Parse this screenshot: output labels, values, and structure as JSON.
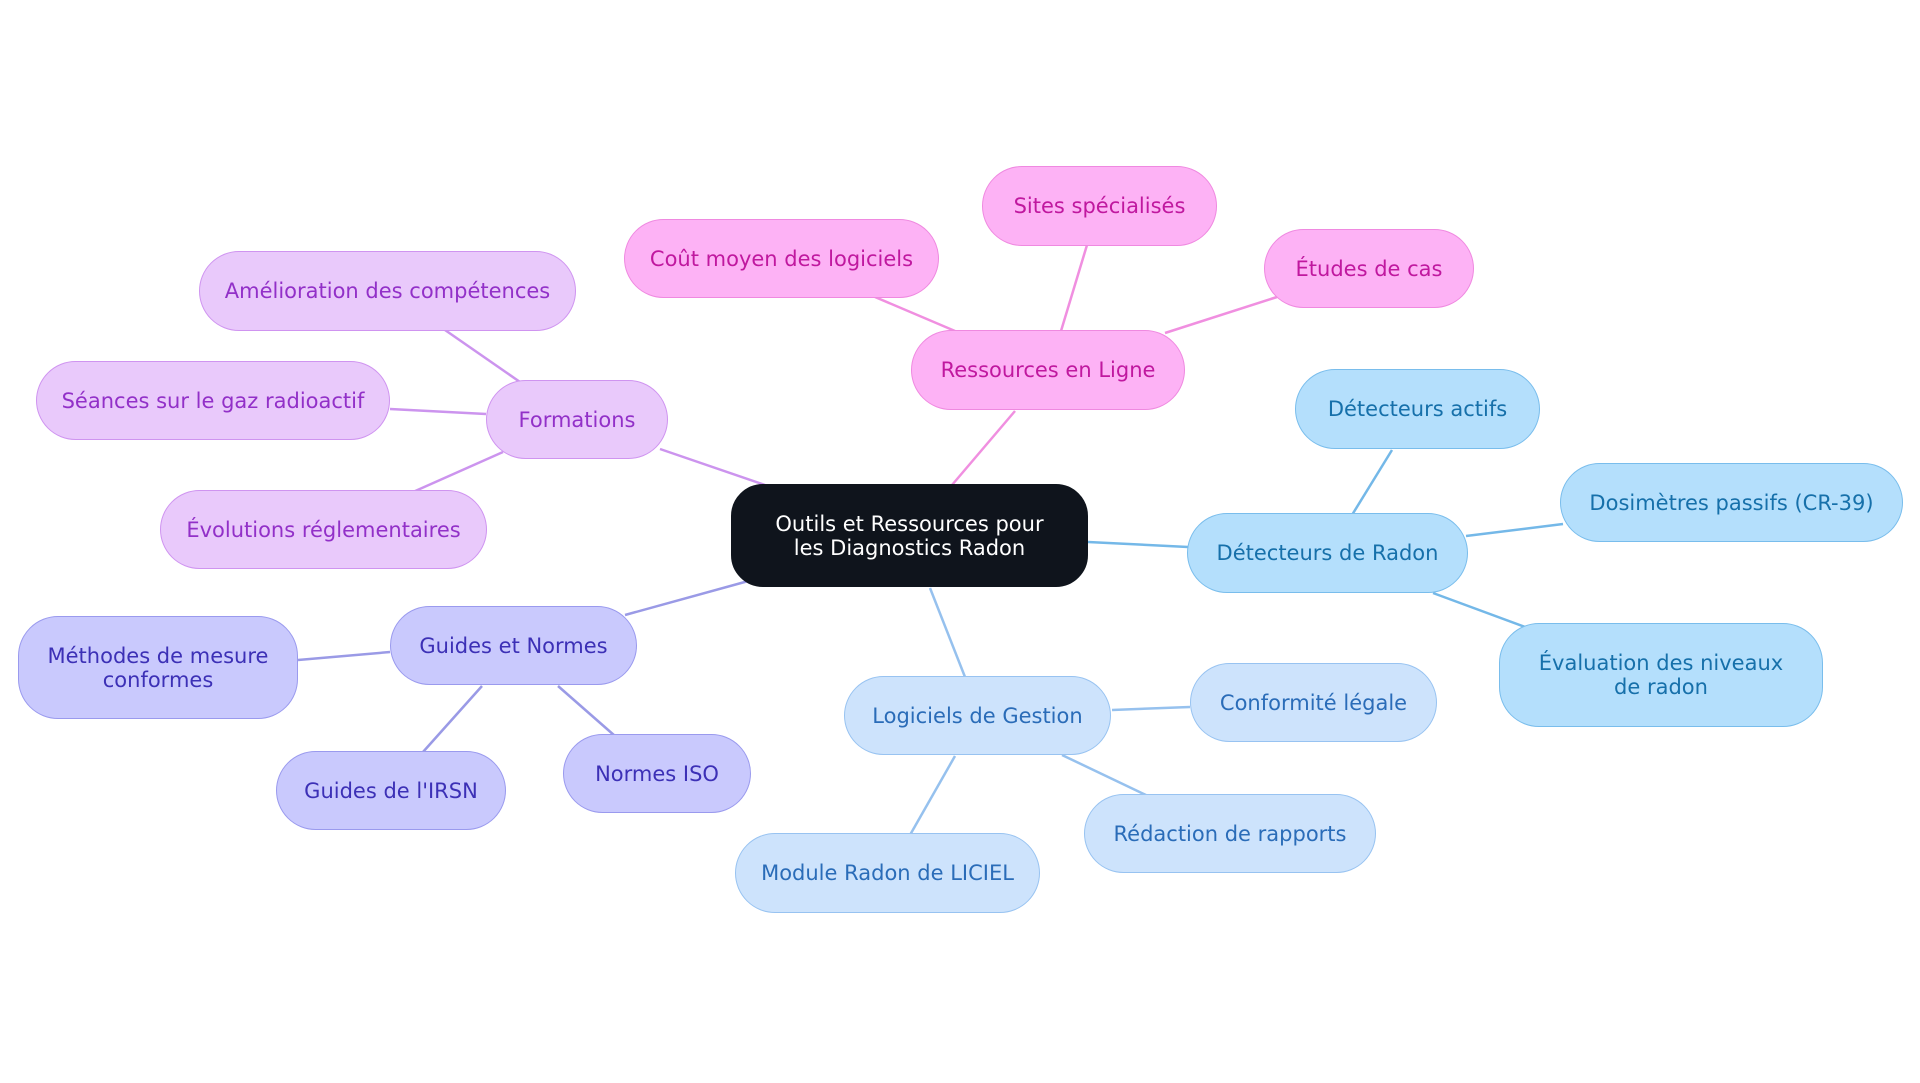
{
  "center": {
    "label": "Outils et Ressources pour les Diagnostics Radon"
  },
  "branches": [
    {
      "id": "ressources",
      "label": "Ressources en Ligne",
      "color": "#f08fe0",
      "children": [
        "Coût moyen des logiciels",
        "Sites spécialisés",
        "Études de cas"
      ]
    },
    {
      "id": "formations",
      "label": "Formations",
      "color": "#cc94ee",
      "children": [
        "Amélioration des compétences",
        "Séances sur le gaz radioactif",
        "Évolutions réglementaires"
      ]
    },
    {
      "id": "guides",
      "label": "Guides et Normes",
      "color": "#9a9ae6",
      "children": [
        "Méthodes de mesure conformes",
        "Guides de l'IRSN",
        "Normes ISO"
      ]
    },
    {
      "id": "logiciels",
      "label": "Logiciels de Gestion",
      "color": "#96c1ee",
      "children": [
        "Conformité légale",
        "Rédaction de rapports",
        "Module Radon de LICIEL"
      ]
    },
    {
      "id": "detecteurs",
      "label": "Détecteurs de Radon",
      "color": "#74b8e8",
      "children": [
        "Détecteurs actifs",
        "Dosimètres passifs (CR-39)",
        "Évaluation des niveaux de radon"
      ]
    }
  ]
}
